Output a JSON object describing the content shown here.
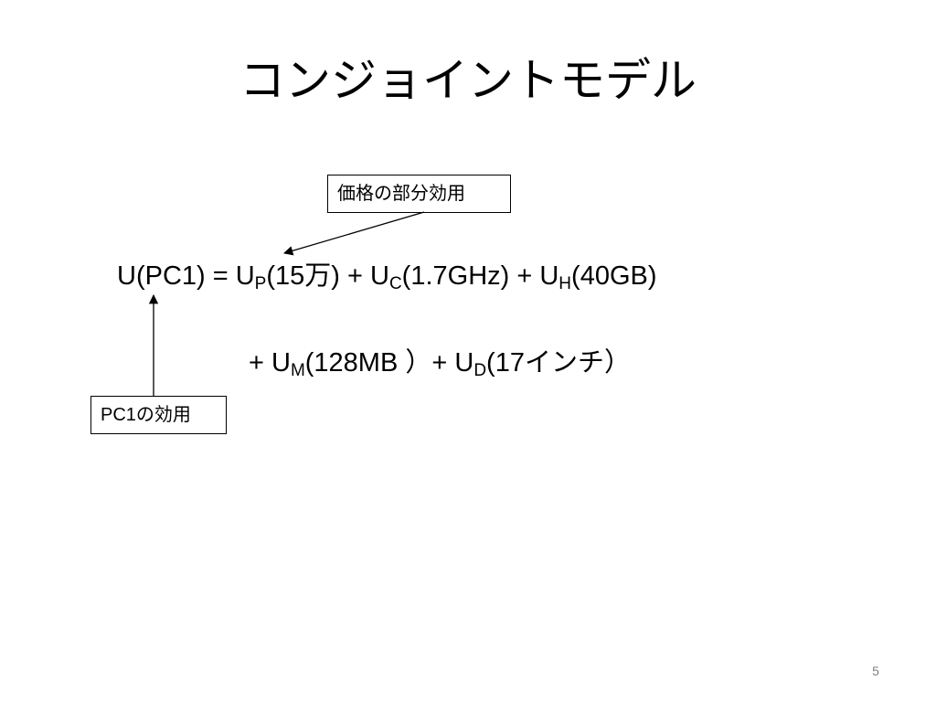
{
  "slide": {
    "title": "コンジョイントモデル",
    "page_number": "5"
  },
  "callouts": {
    "price_label": "価格の部分効用",
    "pc1_label": "PC1の効用"
  },
  "equation": {
    "line1": {
      "lhs": "U(PC1) = U",
      "sub_p": "P",
      "val_p": "(15万) + U",
      "sub_c": "C",
      "val_c": "(1.7GHz) + U",
      "sub_h": "H",
      "val_h": "(40GB)"
    },
    "line2": {
      "prefix": "+ U",
      "sub_m": "M",
      "val_m": "(128MB ）+ U",
      "sub_d": "D",
      "val_d": "(17インチ）"
    }
  }
}
